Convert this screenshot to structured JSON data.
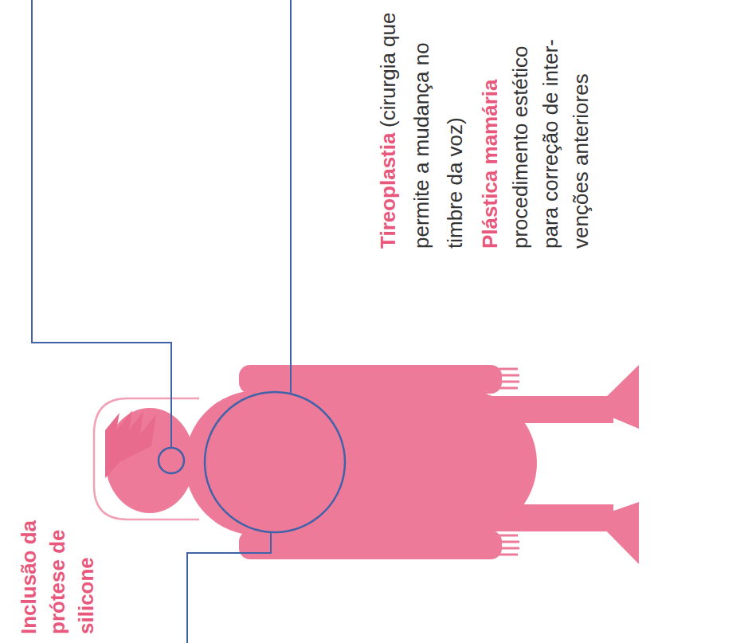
{
  "diagram": {
    "labels": [
      "Tireoplastia",
      "(cirurgia que permite a mudança no timbre da voz)",
      "Plástica mamária",
      "procedimento estético para correção de inter- venções anteriores",
      "Inclusão da prótese de silicone"
    ]
  }
}
